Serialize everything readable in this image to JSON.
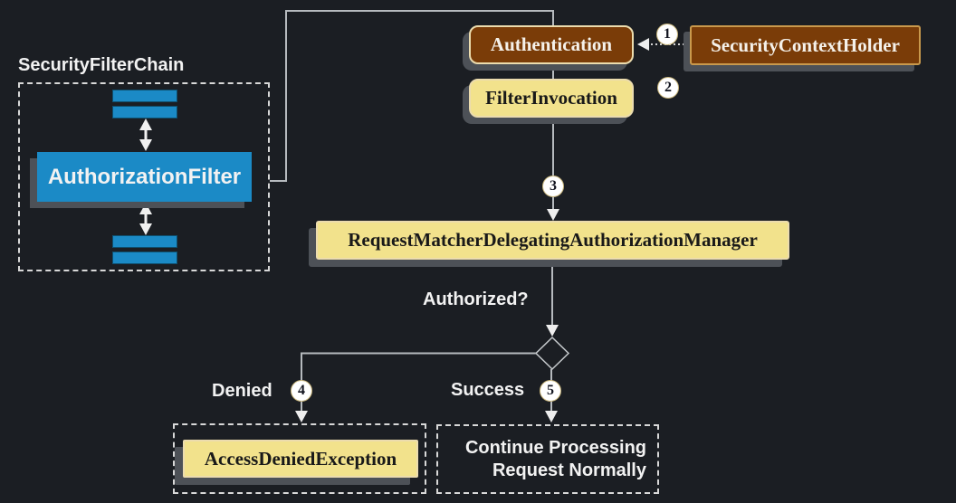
{
  "diagram": {
    "title": "SecurityFilterChain",
    "nodes": {
      "authorization_filter": "AuthorizationFilter",
      "authentication": "Authentication",
      "security_context_holder": "SecurityContextHolder",
      "filter_invocation": "FilterInvocation",
      "authorization_manager": "RequestMatcherDelegatingAuthorizationManager",
      "access_denied_exception": "AccessDeniedException",
      "continue_processing_line1": "Continue Processing",
      "continue_processing_line2": "Request Normally"
    },
    "labels": {
      "authorized": "Authorized?",
      "denied": "Denied",
      "success": "Success"
    },
    "steps": [
      "1",
      "2",
      "3",
      "4",
      "5"
    ],
    "colors": {
      "bg": "#1b1e23",
      "blue": "#1b8ac6",
      "blue_edge": "#0f4f6e",
      "brown": "#7a3c08",
      "yellow": "#f2e28c",
      "cream_border": "#ecdcae",
      "gold_border": "#c9994c",
      "shadow": "#4d5157",
      "line": "#b6babe",
      "text_light": "#f2f2f2",
      "text_dark": "#191919",
      "dash_border": "#d8d8d8",
      "circle_ring": "#cbb87e"
    }
  }
}
